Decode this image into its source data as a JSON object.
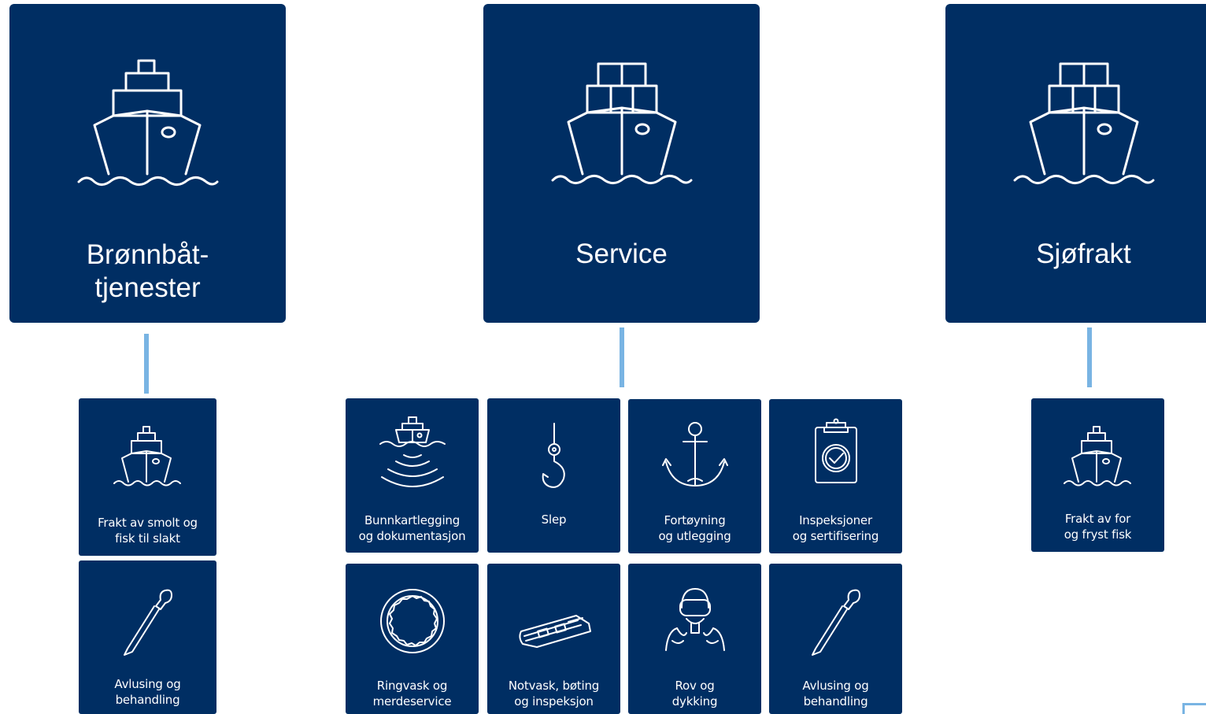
{
  "categories": [
    {
      "title": "Brønnbåt-\ntjenester",
      "icon": "ship-icon",
      "services": [
        {
          "label": "Frakt av smolt og\nfisk til slakt",
          "icon": "ship-icon"
        },
        {
          "label": "Avlusing og\nbehandling",
          "icon": "pipette-icon"
        }
      ]
    },
    {
      "title": "Service",
      "icon": "container-ship-icon",
      "services": [
        {
          "label": "Bunnkartlegging\nog dokumentasjon",
          "icon": "sonar-ship-icon"
        },
        {
          "label": "Slep",
          "icon": "hook-icon"
        },
        {
          "label": "Fortøyning\nog utlegging",
          "icon": "anchor-icon"
        },
        {
          "label": "Inspeksjoner\nog sertifisering",
          "icon": "clipboard-check-icon"
        },
        {
          "label": "Ringvask og\nmerdeservice",
          "icon": "net-ring-icon"
        },
        {
          "label": "Notvask, bøting\nog inspeksjon",
          "icon": "rov-device-icon"
        },
        {
          "label": "Rov og\ndykking",
          "icon": "diver-icon"
        },
        {
          "label": "Avlusing og\nbehandling",
          "icon": "pipette-icon"
        }
      ]
    },
    {
      "title": "Sjøfrakt",
      "icon": "container-ship-icon",
      "services": [
        {
          "label": "Frakt av for\nog fryst fisk",
          "icon": "ship-icon"
        }
      ]
    }
  ],
  "colors": {
    "card": "#002e63",
    "connector": "#79b4e3",
    "text": "#ffffff"
  }
}
